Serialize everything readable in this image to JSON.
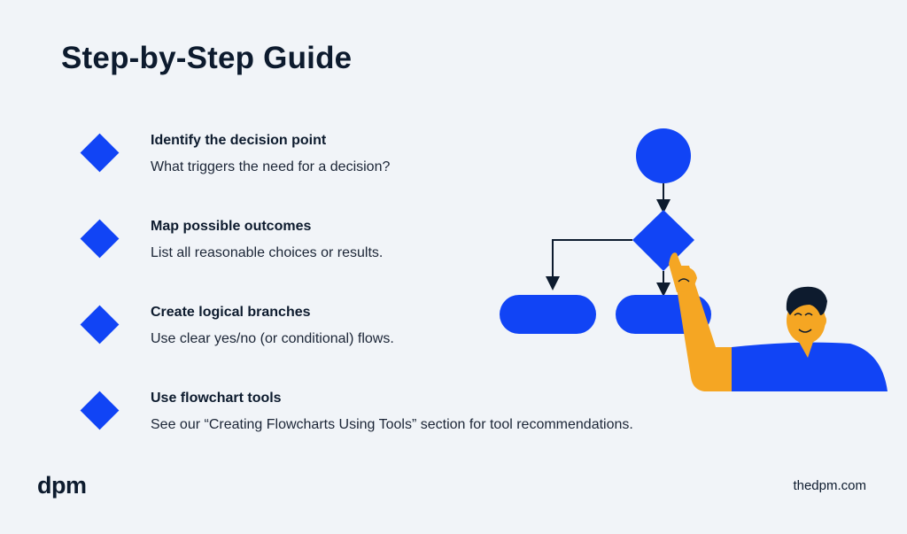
{
  "title": "Step-by-Step Guide",
  "steps": [
    {
      "title": "Identify the decision point",
      "desc": "What triggers the need for a decision?"
    },
    {
      "title": "Map possible outcomes",
      "desc": "List all reasonable choices or results."
    },
    {
      "title": "Create logical branches",
      "desc": "Use clear yes/no (or conditional) flows."
    },
    {
      "title": "Use flowchart tools",
      "desc": "See our “Creating Flowcharts Using Tools” section for tool recommendations."
    }
  ],
  "footer": {
    "logo": "dpm",
    "site": "thedpm.com"
  },
  "colors": {
    "accent": "#1144f5",
    "background": "#f1f4f8",
    "text": "#0d1b2e",
    "skin": "#f5a623"
  },
  "illustration_icons": [
    "start-circle-icon",
    "decision-diamond-icon",
    "outcome-pill-icon",
    "pointing-person-icon"
  ]
}
